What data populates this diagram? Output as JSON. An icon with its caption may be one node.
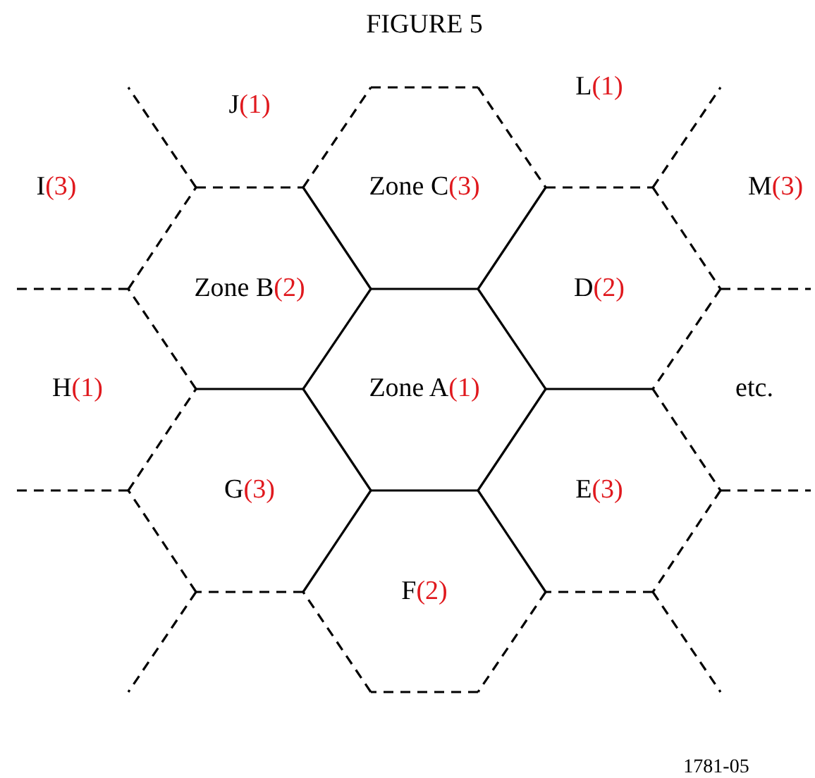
{
  "diagram": {
    "title": "FIGURE 5",
    "nodes": [
      {
        "text": [
          "J",
          "(1)"
        ]
      },
      {
        "text": [
          "L",
          "(1)"
        ]
      },
      {
        "text": [
          "I",
          "(3)"
        ]
      },
      {
        "text": [
          "Zone C",
          "(3)"
        ]
      },
      {
        "text": [
          "M",
          "(3)"
        ]
      },
      {
        "text": [
          "Zone B",
          "(2)"
        ]
      },
      {
        "text": [
          "D",
          "(2)"
        ]
      },
      {
        "text": [
          "H",
          "(1)"
        ]
      },
      {
        "text": [
          "Zone A",
          "(1)"
        ]
      },
      {
        "text": [
          "G",
          "(3)"
        ]
      },
      {
        "text": [
          "E",
          "(3)"
        ]
      },
      {
        "text": [
          "F",
          "(2)"
        ]
      }
    ],
    "labels": [
      "etc.",
      "1781-05"
    ]
  }
}
